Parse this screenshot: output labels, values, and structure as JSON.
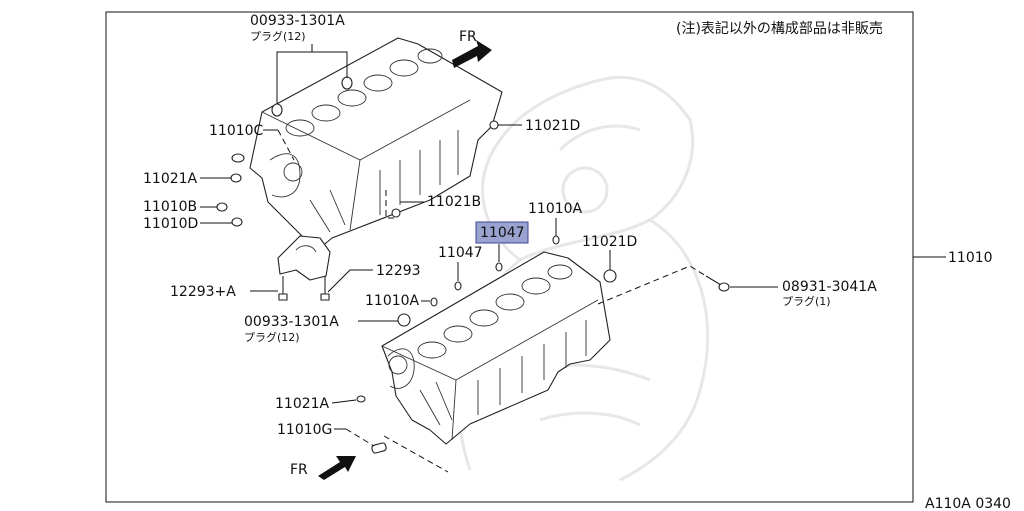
{
  "header": {
    "note": "(注)表記以外の構成部品は非販売",
    "footer_code": "A110A 0340"
  },
  "direction": {
    "top": "FR",
    "bottom": "FR"
  },
  "callouts": {
    "plug_top_part": "00933-1301A",
    "plug_top_desc": "プラグ(12)",
    "c_11010C": "11010C",
    "c_11021A_top": "11021A",
    "c_11010B": "11010B",
    "c_11010D": "11010D",
    "c_11021D_top": "11021D",
    "c_11021B": "11021B",
    "c_12293": "12293",
    "c_12293A": "12293+A",
    "c_11047_hl": "11047",
    "c_11047": "11047",
    "c_11010A_right": "11010A",
    "c_11021D_right": "11021D",
    "c_11010A_mid": "11010A",
    "plug_mid_part": "00933-1301A",
    "plug_mid_desc": "プラグ(12)",
    "plug_right_part": "08931-3041A",
    "plug_right_desc": "プラグ(1)",
    "c_11021A_bottom": "11021A",
    "c_11010G": "11010G",
    "assembly": "11010"
  },
  "colors": {
    "highlight_fill": "#9aa2cf",
    "highlight_stroke": "#3c4690"
  },
  "icons": [
    "front-arrow-icon",
    "watermark-logo-icon"
  ]
}
